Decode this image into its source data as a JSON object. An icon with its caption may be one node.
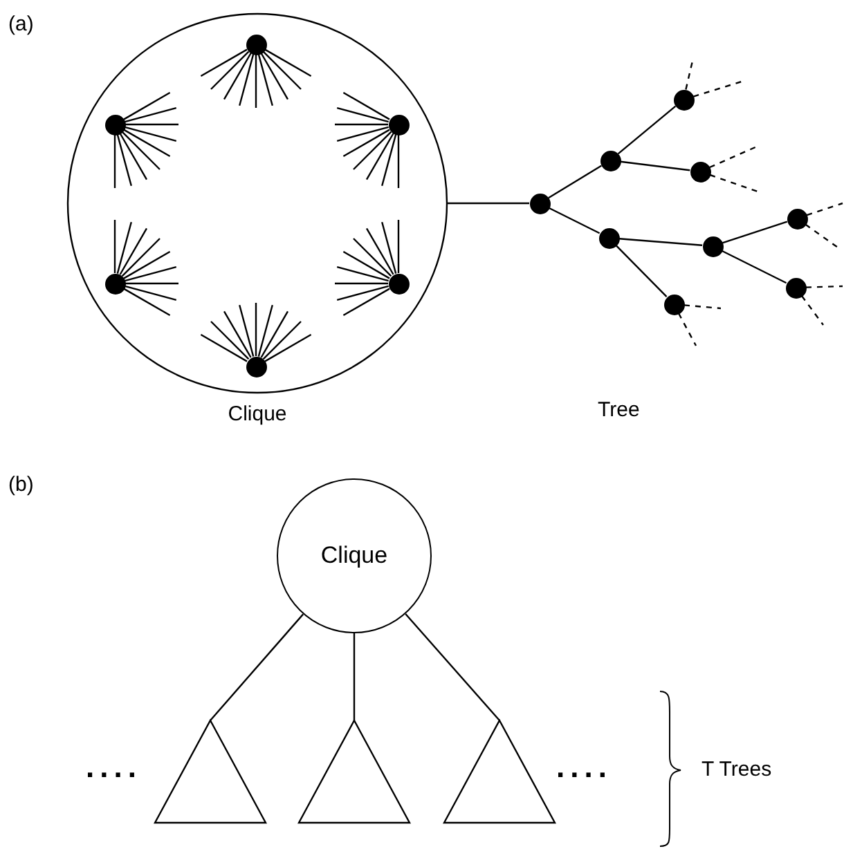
{
  "diagram": {
    "nodes": [
      {
        "text": [
          "Clique"
        ]
      },
      {
        "text": [],
        "shape": "circle",
        "in": 0
      },
      {
        "text": [],
        "shape": "circle",
        "in": 0
      },
      {
        "text": [],
        "shape": "circle",
        "in": 0
      },
      {
        "text": [],
        "shape": "circle",
        "in": 0
      },
      {
        "text": [],
        "shape": "circle",
        "in": 0
      },
      {
        "text": [],
        "shape": "circle",
        "in": 0
      },
      {
        "text": [],
        "shape": "circle"
      },
      {
        "text": [],
        "shape": "circle"
      },
      {
        "text": [],
        "shape": "circle"
      },
      {
        "text": [],
        "shape": "circle"
      },
      {
        "text": [],
        "shape": "circle"
      },
      {
        "text": [],
        "shape": "circle"
      },
      {
        "text": [],
        "shape": "circle"
      },
      {
        "text": [],
        "shape": "circle"
      },
      {
        "text": [],
        "shape": "circle"
      },
      {
        "text": [
          "Clique"
        ]
      },
      {
        "text": [],
        "shape": "triangle"
      },
      {
        "text": [],
        "shape": "triangle"
      },
      {
        "text": [],
        "shape": "triangle"
      }
    ],
    "edges": [
      {
        "from": 0,
        "to": 7,
        "arrow": "none"
      },
      {
        "from": 7,
        "to": 8,
        "arrow": "none"
      },
      {
        "from": 7,
        "to": 9,
        "arrow": "none"
      },
      {
        "from": 8,
        "to": 10,
        "arrow": "none"
      },
      {
        "from": 8,
        "to": 11,
        "arrow": "none"
      },
      {
        "from": 9,
        "to": 12,
        "arrow": "none"
      },
      {
        "from": 9,
        "to": 15,
        "arrow": "none"
      },
      {
        "from": 12,
        "to": 13,
        "arrow": "none"
      },
      {
        "from": 12,
        "to": 14,
        "arrow": "none"
      },
      {
        "from": 10,
        "to": null,
        "arrow": "none",
        "style": "dashed"
      },
      {
        "from": 10,
        "to": null,
        "arrow": "none",
        "style": "dashed"
      },
      {
        "from": 11,
        "to": null,
        "arrow": "none",
        "style": "dashed"
      },
      {
        "from": 11,
        "to": null,
        "arrow": "none",
        "style": "dashed"
      },
      {
        "from": 13,
        "to": null,
        "arrow": "none",
        "style": "dashed"
      },
      {
        "from": 13,
        "to": null,
        "arrow": "none",
        "style": "dashed"
      },
      {
        "from": 14,
        "to": null,
        "arrow": "none",
        "style": "dashed"
      },
      {
        "from": 14,
        "to": null,
        "arrow": "none",
        "style": "dashed"
      },
      {
        "from": 15,
        "to": null,
        "arrow": "none",
        "style": "dashed"
      },
      {
        "from": 15,
        "to": null,
        "arrow": "none",
        "style": "dashed"
      },
      {
        "from": 1,
        "to": null,
        "arrow": "none"
      },
      {
        "from": 1,
        "to": null,
        "arrow": "none"
      },
      {
        "from": 1,
        "to": null,
        "arrow": "none"
      },
      {
        "from": 1,
        "to": null,
        "arrow": "none"
      },
      {
        "from": 1,
        "to": null,
        "arrow": "none"
      },
      {
        "from": 1,
        "to": null,
        "arrow": "none"
      },
      {
        "from": 1,
        "to": null,
        "arrow": "none"
      },
      {
        "from": 1,
        "to": null,
        "arrow": "none"
      },
      {
        "from": 1,
        "to": null,
        "arrow": "none"
      },
      {
        "from": 2,
        "to": null,
        "arrow": "none"
      },
      {
        "from": 2,
        "to": null,
        "arrow": "none"
      },
      {
        "from": 2,
        "to": null,
        "arrow": "none"
      },
      {
        "from": 2,
        "to": null,
        "arrow": "none"
      },
      {
        "from": 2,
        "to": null,
        "arrow": "none"
      },
      {
        "from": 2,
        "to": null,
        "arrow": "none"
      },
      {
        "from": 2,
        "to": null,
        "arrow": "none"
      },
      {
        "from": 2,
        "to": null,
        "arrow": "none"
      },
      {
        "from": 2,
        "to": null,
        "arrow": "none"
      },
      {
        "from": 3,
        "to": null,
        "arrow": "none"
      },
      {
        "from": 3,
        "to": null,
        "arrow": "none"
      },
      {
        "from": 3,
        "to": null,
        "arrow": "none"
      },
      {
        "from": 3,
        "to": null,
        "arrow": "none"
      },
      {
        "from": 3,
        "to": null,
        "arrow": "none"
      },
      {
        "from": 3,
        "to": null,
        "arrow": "none"
      },
      {
        "from": 3,
        "to": null,
        "arrow": "none"
      },
      {
        "from": 3,
        "to": null,
        "arrow": "none"
      },
      {
        "from": 3,
        "to": null,
        "arrow": "none"
      },
      {
        "from": 4,
        "to": null,
        "arrow": "none"
      },
      {
        "from": 4,
        "to": null,
        "arrow": "none"
      },
      {
        "from": 4,
        "to": null,
        "arrow": "none"
      },
      {
        "from": 4,
        "to": null,
        "arrow": "none"
      },
      {
        "from": 4,
        "to": null,
        "arrow": "none"
      },
      {
        "from": 4,
        "to": null,
        "arrow": "none"
      },
      {
        "from": 4,
        "to": null,
        "arrow": "none"
      },
      {
        "from": 4,
        "to": null,
        "arrow": "none"
      },
      {
        "from": 4,
        "to": null,
        "arrow": "none"
      },
      {
        "from": 5,
        "to": null,
        "arrow": "none"
      },
      {
        "from": 5,
        "to": null,
        "arrow": "none"
      },
      {
        "from": 5,
        "to": null,
        "arrow": "none"
      },
      {
        "from": 5,
        "to": null,
        "arrow": "none"
      },
      {
        "from": 5,
        "to": null,
        "arrow": "none"
      },
      {
        "from": 5,
        "to": null,
        "arrow": "none"
      },
      {
        "from": 5,
        "to": null,
        "arrow": "none"
      },
      {
        "from": 5,
        "to": null,
        "arrow": "none"
      },
      {
        "from": 5,
        "to": null,
        "arrow": "none"
      },
      {
        "from": 6,
        "to": null,
        "arrow": "none"
      },
      {
        "from": 6,
        "to": null,
        "arrow": "none"
      },
      {
        "from": 6,
        "to": null,
        "arrow": "none"
      },
      {
        "from": 6,
        "to": null,
        "arrow": "none"
      },
      {
        "from": 6,
        "to": null,
        "arrow": "none"
      },
      {
        "from": 6,
        "to": null,
        "arrow": "none"
      },
      {
        "from": 6,
        "to": null,
        "arrow": "none"
      },
      {
        "from": 6,
        "to": null,
        "arrow": "none"
      },
      {
        "from": 6,
        "to": null,
        "arrow": "none"
      },
      {
        "from": 16,
        "to": 17,
        "arrow": "none"
      },
      {
        "from": 16,
        "to": 18,
        "arrow": "none"
      },
      {
        "from": 16,
        "to": 19,
        "arrow": "none"
      }
    ],
    "labels": [
      "(a)",
      "Tree",
      "(b)",
      "....",
      "....",
      "T Trees"
    ]
  }
}
